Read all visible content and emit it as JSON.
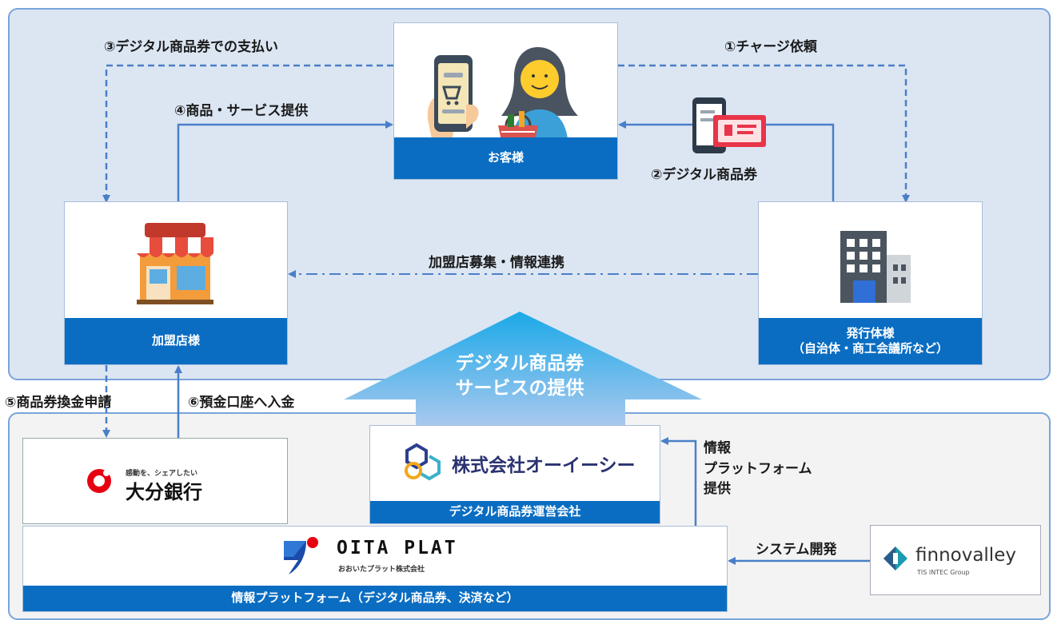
{
  "flows": {
    "charge_request": "①チャージ依頼",
    "digital_voucher": "②デジタル商品券",
    "payment": "③デジタル商品券での支払い",
    "provide_goods": "④商品・サービス提供",
    "redeem_request": "⑤商品券換金申請",
    "deposit": "⑥預金口座へ入金",
    "recruitment": "加盟店募集・情報連携",
    "info_platform_provide": "情報\nプラットフォーム\n提供",
    "system_dev": "システム開発"
  },
  "nodes": {
    "customer": "お客様",
    "merchant": "加盟店様",
    "issuer": "発行体様\n（自治体・商工会議所など）",
    "operator": "デジタル商品券運営会社",
    "platform": "情報プラットフォーム（デジタル商品券、決済など）"
  },
  "service_arrow": {
    "line1": "デジタル商品券",
    "line2": "サービスの提供"
  },
  "logos": {
    "bank_tagline": "感動を、シェアしたい",
    "bank_name": "大分銀行",
    "operator_name": "株式会社オーイーシー",
    "plat_name": "OITA PLAT",
    "plat_sub": "おおいたプラット株式会社",
    "finno_name": "finnovalley",
    "finno_sub": "TIS INTEC Group"
  },
  "icons": {
    "customer": "smartphone-shopper-icon",
    "voucher": "phone-voucher-icon",
    "merchant": "storefront-icon",
    "issuer": "office-building-icon"
  },
  "colors": {
    "accent_blue": "#0a6dc2",
    "line_blue": "#4a7fc8",
    "bank_red": "#e60012"
  }
}
